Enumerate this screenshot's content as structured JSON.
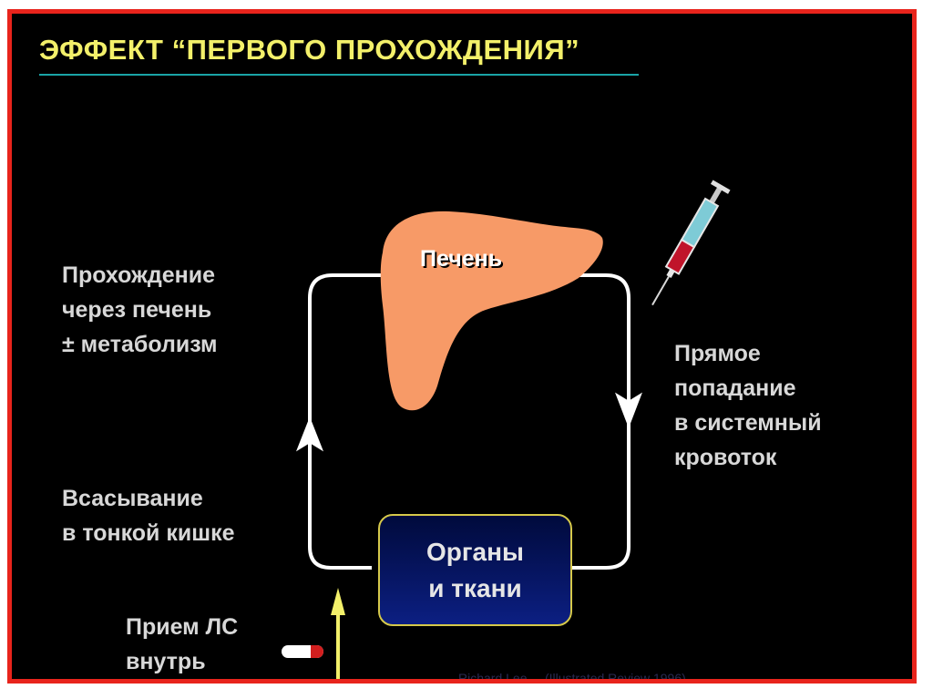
{
  "title": "ЭФФЕКТ “ПЕРВОГО ПРОХОЖДЕНИЯ”",
  "liver_label": "Печень",
  "passage_label": [
    "Прохождение",
    "через печень",
    "± метаболизм"
  ],
  "absorption_label": [
    "Всасывание",
    "в тонкой кишке"
  ],
  "intake_label": [
    "Прием ЛС",
    "внутрь"
  ],
  "direct_label": [
    "Прямое",
    "попадание",
    "в системный",
    "кровоток"
  ],
  "organs_label": [
    "Органы",
    "и ткани"
  ],
  "credit": "Richard Lee ... (Illustrated Review 1996)",
  "colors": {
    "frame": "#e8241c",
    "title": "#f3f06a",
    "liver": "#f79a67",
    "organs_box": "#0c1f82",
    "arrow": "#f3f06a"
  },
  "icons": [
    "syringe-icon",
    "pill-icon",
    "liver-icon"
  ]
}
